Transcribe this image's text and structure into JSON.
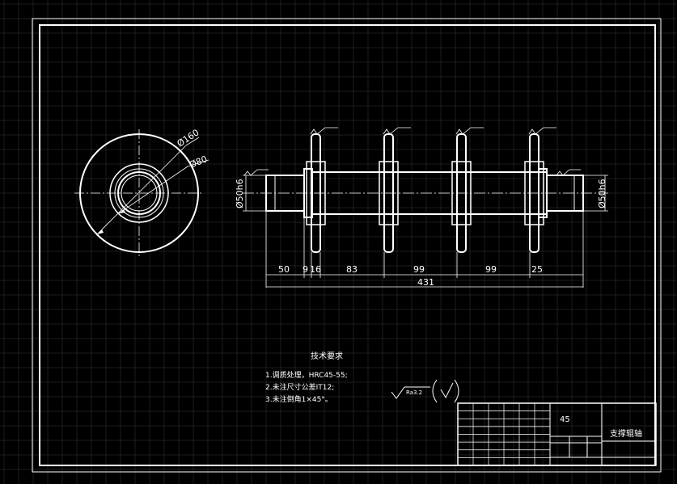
{
  "colors": {
    "background": "#000000",
    "grid": "#3a3a3a",
    "line": "#ffffff"
  },
  "end_view": {
    "dim_outer": "Ø160",
    "dim_inner": "Ø80"
  },
  "shaft": {
    "dim_left_journal": "Ø50h6",
    "dim_right_journal": "Ø50h6",
    "dims": {
      "d50": "50",
      "d9": "9",
      "d16": "16",
      "d83": "83",
      "d99a": "99",
      "d99b": "99",
      "d25": "25",
      "total": "431"
    }
  },
  "notes": {
    "title": "技术要求",
    "items": [
      "1.调质处理，HRC45-55;",
      "2.未注尺寸公差IT12;",
      "3.未注倒角1×45°。"
    ]
  },
  "roughness": {
    "value": "Ra3.2"
  },
  "title_block": {
    "material": "45",
    "part_name": "支撑辊轴"
  }
}
